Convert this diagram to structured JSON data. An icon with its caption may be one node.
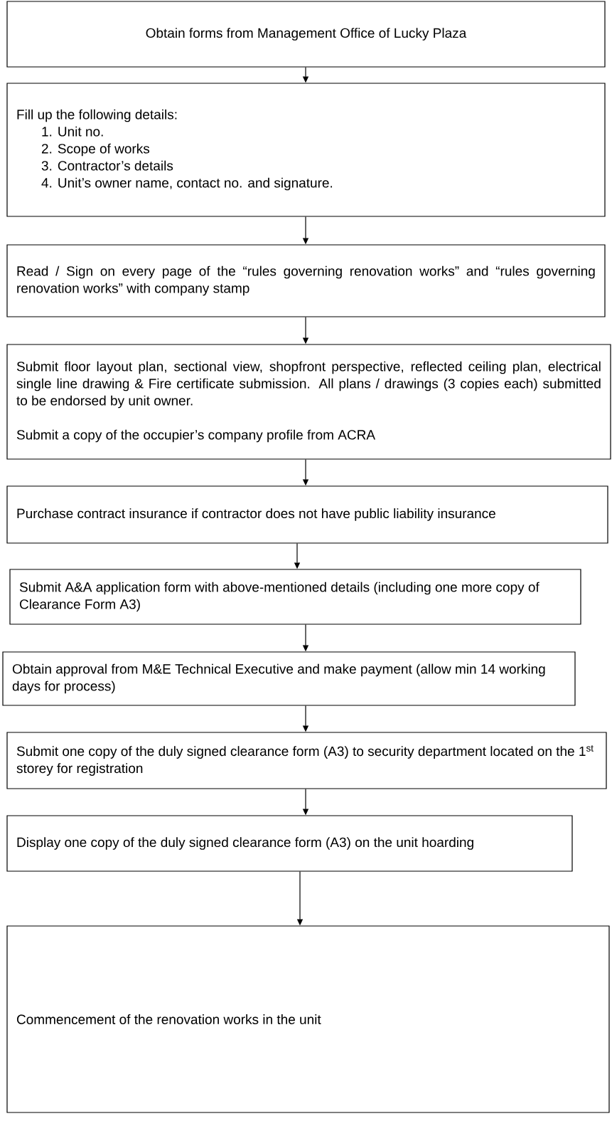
{
  "diagram": {
    "nodes": [
      {
        "text": [
          "Obtain forms from Management Office of Lucky Plaza"
        ]
      },
      {
        "text": [
          "Fill up the following details:",
          "1. Unit no.",
          "2. Scope of works",
          "3. Contractor’s details",
          "4. Unit’s owner name, contact no. and signature."
        ]
      },
      {
        "text": [
          "Read / Sign on every page of the “rules governing renovation works” and “rules governing renovation works” with company stamp"
        ]
      },
      {
        "text": [
          "Submit floor layout plan, sectional view, shopfront perspective, reflected ceiling plan, electrical single line drawing & Fire certificate submission. All plans / drawings (3 copies each) submitted to be endorsed by unit owner.",
          "Submit a copy of the occupier’s company profile from ACRA"
        ]
      },
      {
        "text": [
          "Purchase contract insurance if contractor does not have public liability insurance"
        ]
      },
      {
        "text": [
          "Submit A&A application form with above-mentioned details (including one more copy of Clearance Form A3)"
        ]
      },
      {
        "text": [
          "Obtain approval from M&E Technical Executive and make payment (allow min 14 working days for process)"
        ]
      },
      {
        "text": [
          "Submit one copy of the duly signed clearance form (A3) to security department located on the 1$^{st}$ storey for registration"
        ]
      },
      {
        "text": [
          "Display one copy of the duly signed clearance form (A3) on the unit hoarding"
        ]
      },
      {
        "text": [
          "Commencement of the renovation works in the unit"
        ]
      }
    ],
    "edges": [
      {
        "from": 0,
        "to": 1,
        "arrow": "to"
      },
      {
        "from": 1,
        "to": 2,
        "arrow": "to"
      },
      {
        "from": 2,
        "to": 3,
        "arrow": "to"
      },
      {
        "from": 3,
        "to": 4,
        "arrow": "to"
      },
      {
        "from": 4,
        "to": 5,
        "arrow": "to"
      },
      {
        "from": 5,
        "to": 6,
        "arrow": "to"
      },
      {
        "from": 6,
        "to": 7,
        "arrow": "to"
      },
      {
        "from": 7,
        "to": 8,
        "arrow": "to"
      },
      {
        "from": 8,
        "to": 9,
        "arrow": "to"
      }
    ]
  }
}
